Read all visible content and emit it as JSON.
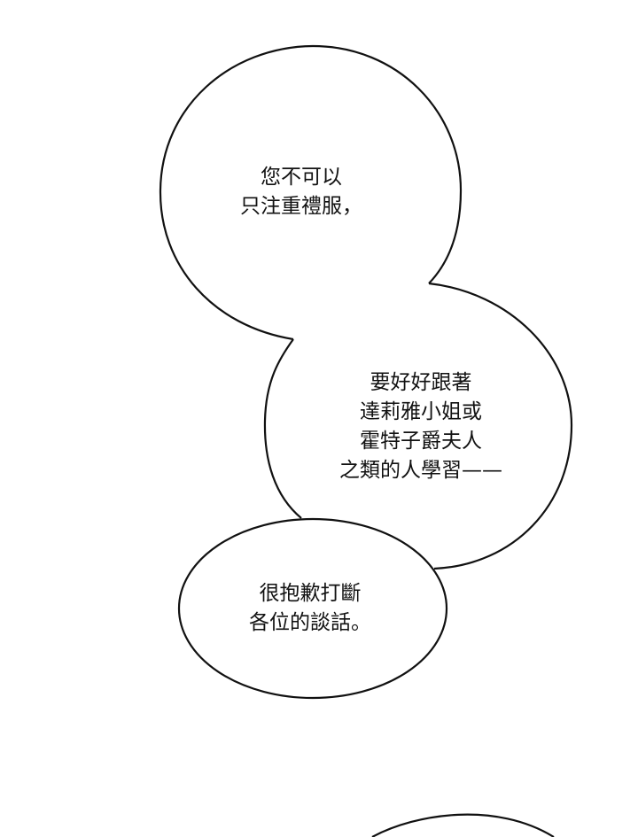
{
  "bubbles": [
    {
      "lines": [
        "您不可以",
        "只注重禮服，"
      ]
    },
    {
      "lines": [
        "要好好跟著",
        "達莉雅小姐或",
        "霍特子爵夫人",
        "之類的人學習——"
      ]
    },
    {
      "lines": [
        "很抱歉打斷",
        "各位的談話。"
      ]
    }
  ]
}
